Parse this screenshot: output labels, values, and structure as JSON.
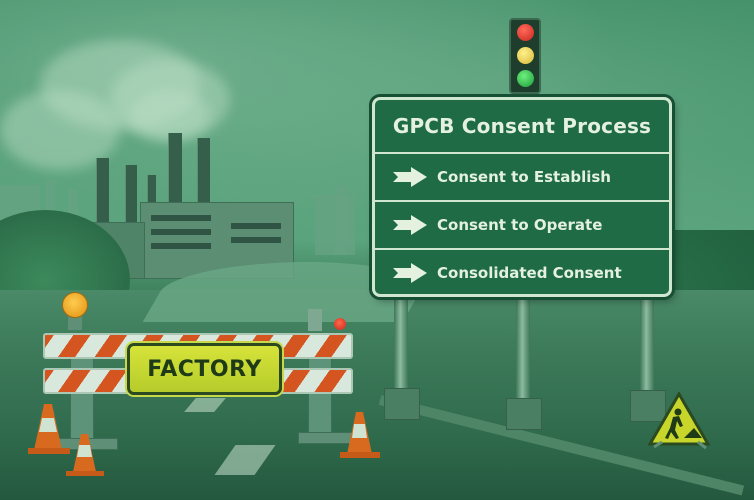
{
  "sign": {
    "title": "GPCB Consent Process",
    "items": [
      {
        "label": "Consent to Establish",
        "icon": "arrow-right-icon"
      },
      {
        "label": "Consent to Operate",
        "icon": "arrow-right-icon"
      },
      {
        "label": "Consolidated Consent",
        "icon": "arrow-right-icon"
      }
    ],
    "colors": {
      "background": "#1e6b45",
      "border": "#cfe6cf",
      "text": "#e4f1df"
    }
  },
  "barrier": {
    "label": "FACTORY",
    "colors": {
      "sign": "#d6e33a",
      "stripe_orange": "#d4551f",
      "stripe_white": "#d9e8dc"
    }
  },
  "traffic_light": {
    "lamps": [
      "#e0342a",
      "#e6d04a",
      "#2fb34a"
    ]
  },
  "warning_sign": {
    "icon": "men-at-work-icon",
    "color": "#c8d62c"
  },
  "scene": {
    "tint": "#2e7a55"
  }
}
